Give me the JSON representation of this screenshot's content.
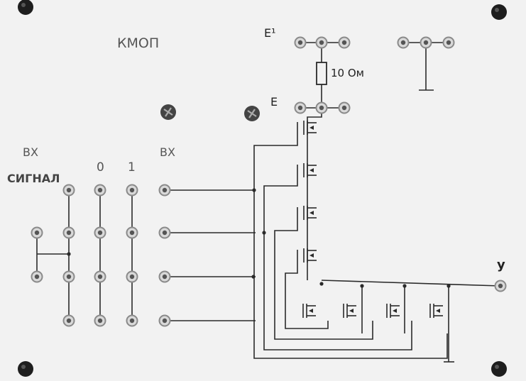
{
  "panel": {
    "title": "КМОП",
    "supply_top_label": "E¹",
    "resistor_label": "10 Ом",
    "supply_label": "E",
    "input_signal_label_top": "ВХ",
    "input_signal_label_bottom": "СИГНАЛ",
    "logic_zero_label": "0",
    "logic_one_label": "1",
    "inputs_label": "ВХ",
    "output_label": "у"
  },
  "colors": {
    "panel": "#f2f2f2",
    "trace": "#2a2a2a",
    "socket": "#8a8a8a",
    "screw": "#1e1e1e"
  }
}
